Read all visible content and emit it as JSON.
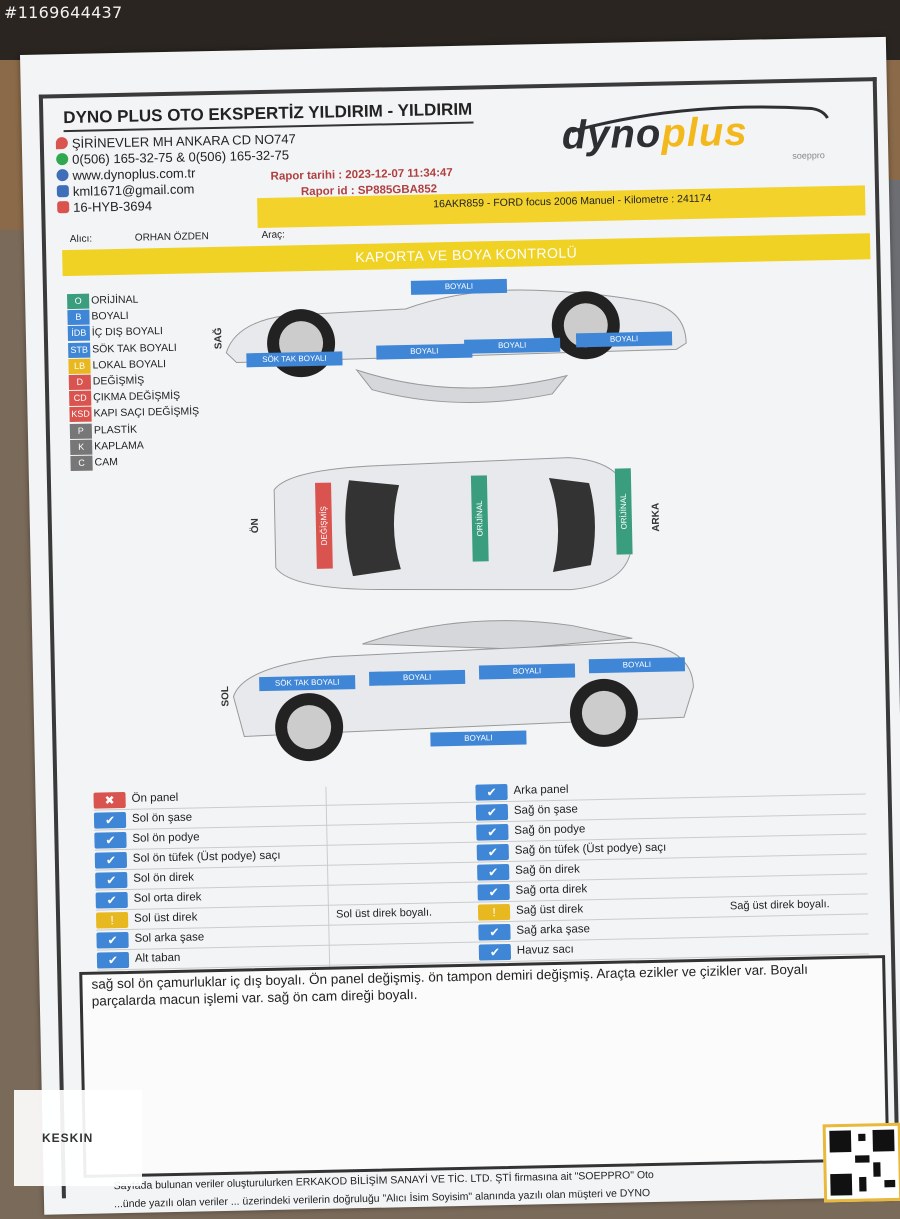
{
  "photo_id": "#1169644437",
  "header": {
    "company": "DYNO PLUS OTO EKSPERTİZ YILDIRIM - YILDIRIM",
    "address": "ŞİRİNEVLER MH ANKARA CD NO747",
    "phone": "0(506) 165-32-75 & 0(506) 165-32-75",
    "website": "www.dynoplus.com.tr",
    "email": "kml1671@gmail.com",
    "plate_id": "16-HYB-3694",
    "logo_main": "dyno",
    "logo_accent": "plus",
    "logo_sub": "soeppro",
    "report_date_label": "Rapor tarihi :",
    "report_date": "2023-12-07 11:34:47",
    "report_id_label": "Rapor id :",
    "report_id": "SP885GBA852",
    "vehicle_line": "16AKR859 - FORD focus 2006 Manuel - Kilometre : 241174",
    "buyer_label": "Alıcı:",
    "buyer_name": "ORHAN ÖZDEN",
    "vehicle_label": "Araç:",
    "section_title": "KAPORTA VE BOYA KONTROLÜ"
  },
  "legend": [
    {
      "code": "O",
      "label": "ORİJİNAL",
      "color": "#3a9e7e"
    },
    {
      "code": "B",
      "label": "BOYALI",
      "color": "#3f86d6"
    },
    {
      "code": "İDB",
      "label": "İÇ DIŞ BOYALI",
      "color": "#3f86d6"
    },
    {
      "code": "STB",
      "label": "SÖK TAK BOYALI",
      "color": "#3f86d6"
    },
    {
      "code": "LB",
      "label": "LOKAL BOYALI",
      "color": "#e8b820"
    },
    {
      "code": "D",
      "label": "DEĞİŞMİŞ",
      "color": "#d9534f"
    },
    {
      "code": "CD",
      "label": "ÇIKMA DEĞİŞMİŞ",
      "color": "#d9534f"
    },
    {
      "code": "KSD",
      "label": "KAPI SAÇI DEĞİŞMİŞ",
      "color": "#d9534f"
    },
    {
      "code": "P",
      "label": "PLASTİK",
      "color": "#777777"
    },
    {
      "code": "K",
      "label": "KAPLAMA",
      "color": "#777777"
    },
    {
      "code": "C",
      "label": "CAM",
      "color": "#777777"
    }
  ],
  "diagram": {
    "right_side_label": "SAĞ",
    "left_side_label": "SOL",
    "front_label": "ÖN",
    "rear_label": "ARKA",
    "right_tags": [
      "BOYALI",
      "SÖK TAK BOYALI",
      "BOYALI",
      "BOYALI",
      "BOYALI"
    ],
    "top_tags": [
      "DEĞİŞMİŞ",
      "ORİJİNAL",
      "ORİJİNAL"
    ],
    "left_tags": [
      "SÖK TAK BOYALI",
      "BOYALI",
      "BOYALI",
      "BOYALI",
      "BOYALI"
    ]
  },
  "checks_left": [
    {
      "label": "Ön panel",
      "status": "x",
      "note": ""
    },
    {
      "label": "Sol ön şase",
      "status": "ok",
      "note": ""
    },
    {
      "label": "Sol ön podye",
      "status": "ok",
      "note": ""
    },
    {
      "label": "Sol ön tüfek (Üst podye) saçı",
      "status": "ok",
      "note": ""
    },
    {
      "label": "Sol ön direk",
      "status": "ok",
      "note": ""
    },
    {
      "label": "Sol orta direk",
      "status": "ok",
      "note": ""
    },
    {
      "label": "Sol üst direk",
      "status": "warn",
      "note": "Sol üst direk boyalı."
    },
    {
      "label": "Sol arka şase",
      "status": "ok",
      "note": ""
    },
    {
      "label": "Alt taban",
      "status": "ok",
      "note": ""
    }
  ],
  "checks_right": [
    {
      "label": "Arka panel",
      "status": "ok",
      "note": ""
    },
    {
      "label": "Sağ ön şase",
      "status": "ok",
      "note": ""
    },
    {
      "label": "Sağ ön podye",
      "status": "ok",
      "note": ""
    },
    {
      "label": "Sağ ön tüfek (Üst podye) saçı",
      "status": "ok",
      "note": ""
    },
    {
      "label": "Sağ ön direk",
      "status": "ok",
      "note": ""
    },
    {
      "label": "Sağ orta direk",
      "status": "ok",
      "note": ""
    },
    {
      "label": "Sağ üst direk",
      "status": "warn",
      "note": "Sağ üst direk boyalı."
    },
    {
      "label": "Sağ arka şase",
      "status": "ok",
      "note": ""
    },
    {
      "label": "Havuz sacı",
      "status": "ok",
      "note": ""
    }
  ],
  "status_colors": {
    "ok": "#3f86d6",
    "x": "#d9534f",
    "warn": "#e8b820"
  },
  "status_glyphs": {
    "ok": "✔",
    "x": "✖",
    "warn": "!"
  },
  "comment": "sağ sol ön çamurluklar iç dış boyalı. Ön panel değişmiş. ön tampon demiri değişmiş. Araçta ezikler ve çizikler var. Boyalı parçalarda macun işlemi var. sağ ön cam direği boyalı.",
  "footer": [
    "Sayfada bulunan veriler oluşturulurken ERKAKOD BİLİŞİM SANAYİ VE TİC. LTD. ŞTİ firmasına ait \"SOEPPRO\" Oto",
    "...ünde yazılı olan veriler ... üzerindeki verilerin doğruluğu \"Alıcı İsim Soyisim\" alanında yazılı olan müşteri ve DYNO"
  ],
  "watermark_brand": "KESKIN"
}
